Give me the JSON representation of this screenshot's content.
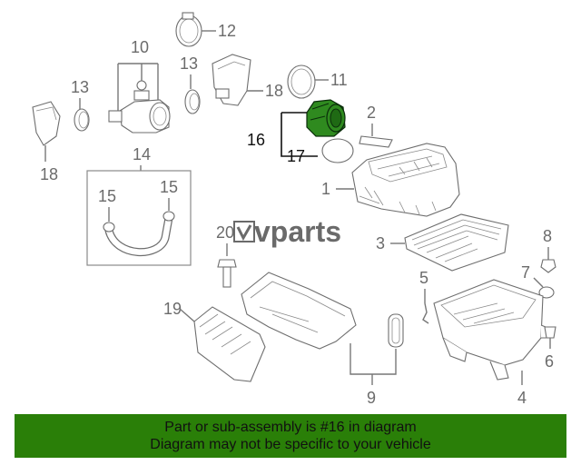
{
  "diagram": {
    "callouts": {
      "c1": "1",
      "c2": "2",
      "c3": "3",
      "c4": "4",
      "c5": "5",
      "c6": "6",
      "c7": "7",
      "c8": "8",
      "c9": "9",
      "c10": "10",
      "c11": "11",
      "c12": "12",
      "c13a": "13",
      "c13b": "13",
      "c14": "14",
      "c15a": "15",
      "c15b": "15",
      "c16": "16",
      "c17": "17",
      "c18a": "18",
      "c18b": "18",
      "c19": "19",
      "c20": "20"
    },
    "highlighted_part": "16",
    "watermark": "vparts",
    "colors": {
      "highlight": "#2f8a1f",
      "banner": "#2a7f08",
      "line": "#6e6e6e"
    }
  },
  "banner": {
    "line1": "Part or sub-assembly is #16 in diagram",
    "line2": "Diagram may not be specific to your vehicle"
  }
}
